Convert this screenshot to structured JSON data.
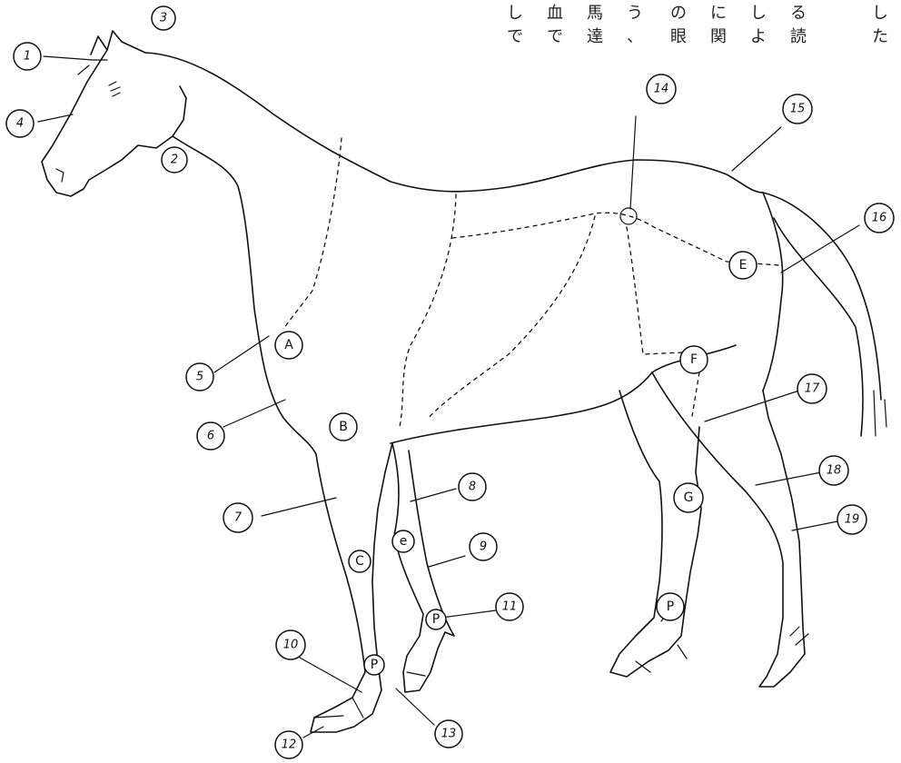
{
  "caption": {
    "columns": [
      "しで",
      "血で",
      "馬達",
      "う、",
      "の眼",
      "に関",
      "しよ",
      "る読",
      "",
      "した"
    ]
  },
  "labels": {
    "n1": "1",
    "n2": "2",
    "n3": "3",
    "n4": "4",
    "n5": "5",
    "n6": "6",
    "n7": "7",
    "n8": "8",
    "n9": "9",
    "n10": "10",
    "n11": "11",
    "n12": "12",
    "n13": "13",
    "n14": "14",
    "n15": "15",
    "n16": "16",
    "n17": "17",
    "n18": "18",
    "n19": "19",
    "A": "A",
    "B": "B",
    "C": "C",
    "e": "e",
    "E": "E",
    "F": "F",
    "G": "G",
    "P1": "P",
    "P2": "P",
    "P3": "P"
  }
}
